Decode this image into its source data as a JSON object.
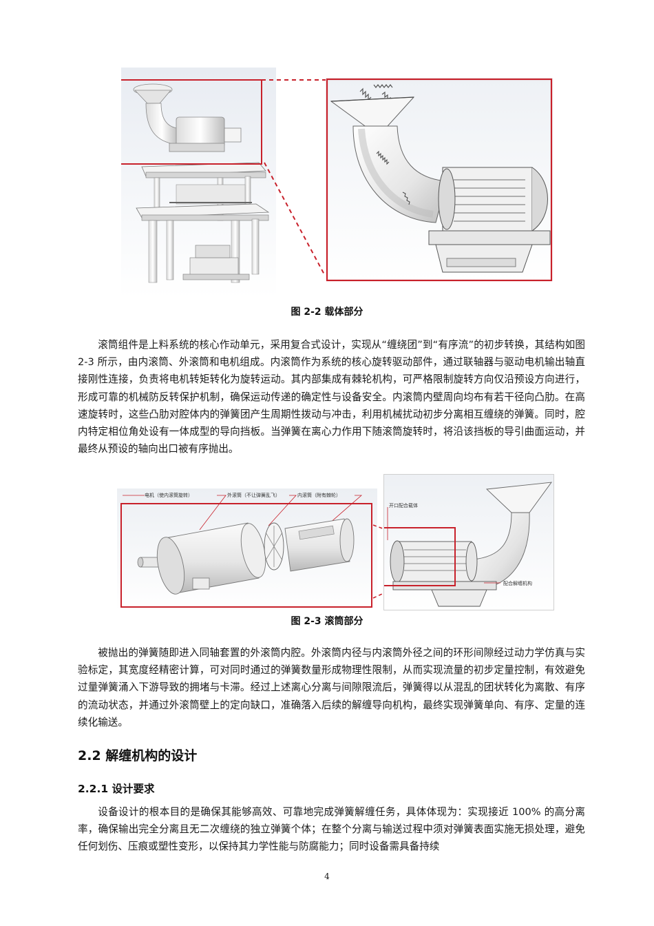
{
  "figure_2_2": {
    "caption": "图 2-2 载体部分"
  },
  "paragraph_1": "滚筒组件是上料系统的核心作动单元，采用复合式设计，实现从“缠绕团”到“有序流”的初步转换，其结构如图 2-3 所示，由内滚筒、外滚筒和电机组成。内滚筒作为系统的核心旋转驱动部件，通过联轴器与驱动电机输出轴直接刚性连接，负责将电机转矩转化为旋转运动。其内部集成有棘轮机构，可严格限制旋转方向仅沿预设方向进行，形成可靠的机械防反转保护机制，确保运动传递的确定性与设备安全。内滚筒内壁周向均布有若干径向凸肋。在高速旋转时，这些凸肋对腔体内的弹簧团产生周期性拨动与冲击，利用机械扰动初步分离相互缠绕的弹簧。同时，腔内特定相位角处设有一体成型的导向挡板。当弹簧在离心力作用下随滚筒旋转时，将沿该挡板的导引曲面运动，并最终从预设的轴向出口被有序抛出。",
  "figure_2_3": {
    "caption": "图 2-3 滚筒部分",
    "label_motor": "电机（使内滚筒旋转）",
    "label_outer": "外滚筒（不让弹簧乱飞）",
    "label_inner": "内滚筒（附有棘轮）",
    "label_opening": "开口配合载体",
    "label_untangle": "配合解缠机构"
  },
  "paragraph_2": "被抛出的弹簧随即进入同轴套置的外滚筒内腔。外滚筒内径与内滚筒外径之间的环形间隙经过动力学仿真与实验标定，其宽度经精密计算，可对同时通过的弹簧数量形成物理性限制，从而实现流量的初步定量控制，有效避免过量弹簧涌入下游导致的拥堵与卡滞。经过上述离心分离与间隙限流后，弹簧得以从混乱的团状转化为离散、有序的流动状态，并通过外滚筒壁上的定向缺口，准确落入后续的解缠导向机构，最终实现弹簧单向、有序、定量的连续化输送。",
  "section": {
    "heading": "2.2 解缠机构的设计",
    "subheading": "2.2.1 设计要求"
  },
  "paragraph_3": "设备设计的根本目的是确保其能够高效、可靠地完成弹簧解缠任务，具体体现为：实现接近 100% 的高分离率，确保输出完全分离且无二次缠绕的独立弹簧个体；在整个分离与输送过程中须对弹簧表面实施无损处理，避免任何划伤、压痕或塑性变形，以保持其力学性能与防腐能力；同时设备需具备持续",
  "page_number": "4",
  "colors": {
    "highlight_red": "#c8202a",
    "metal_light": "#f2f2f2",
    "metal_shade": "#c9c9c9"
  }
}
